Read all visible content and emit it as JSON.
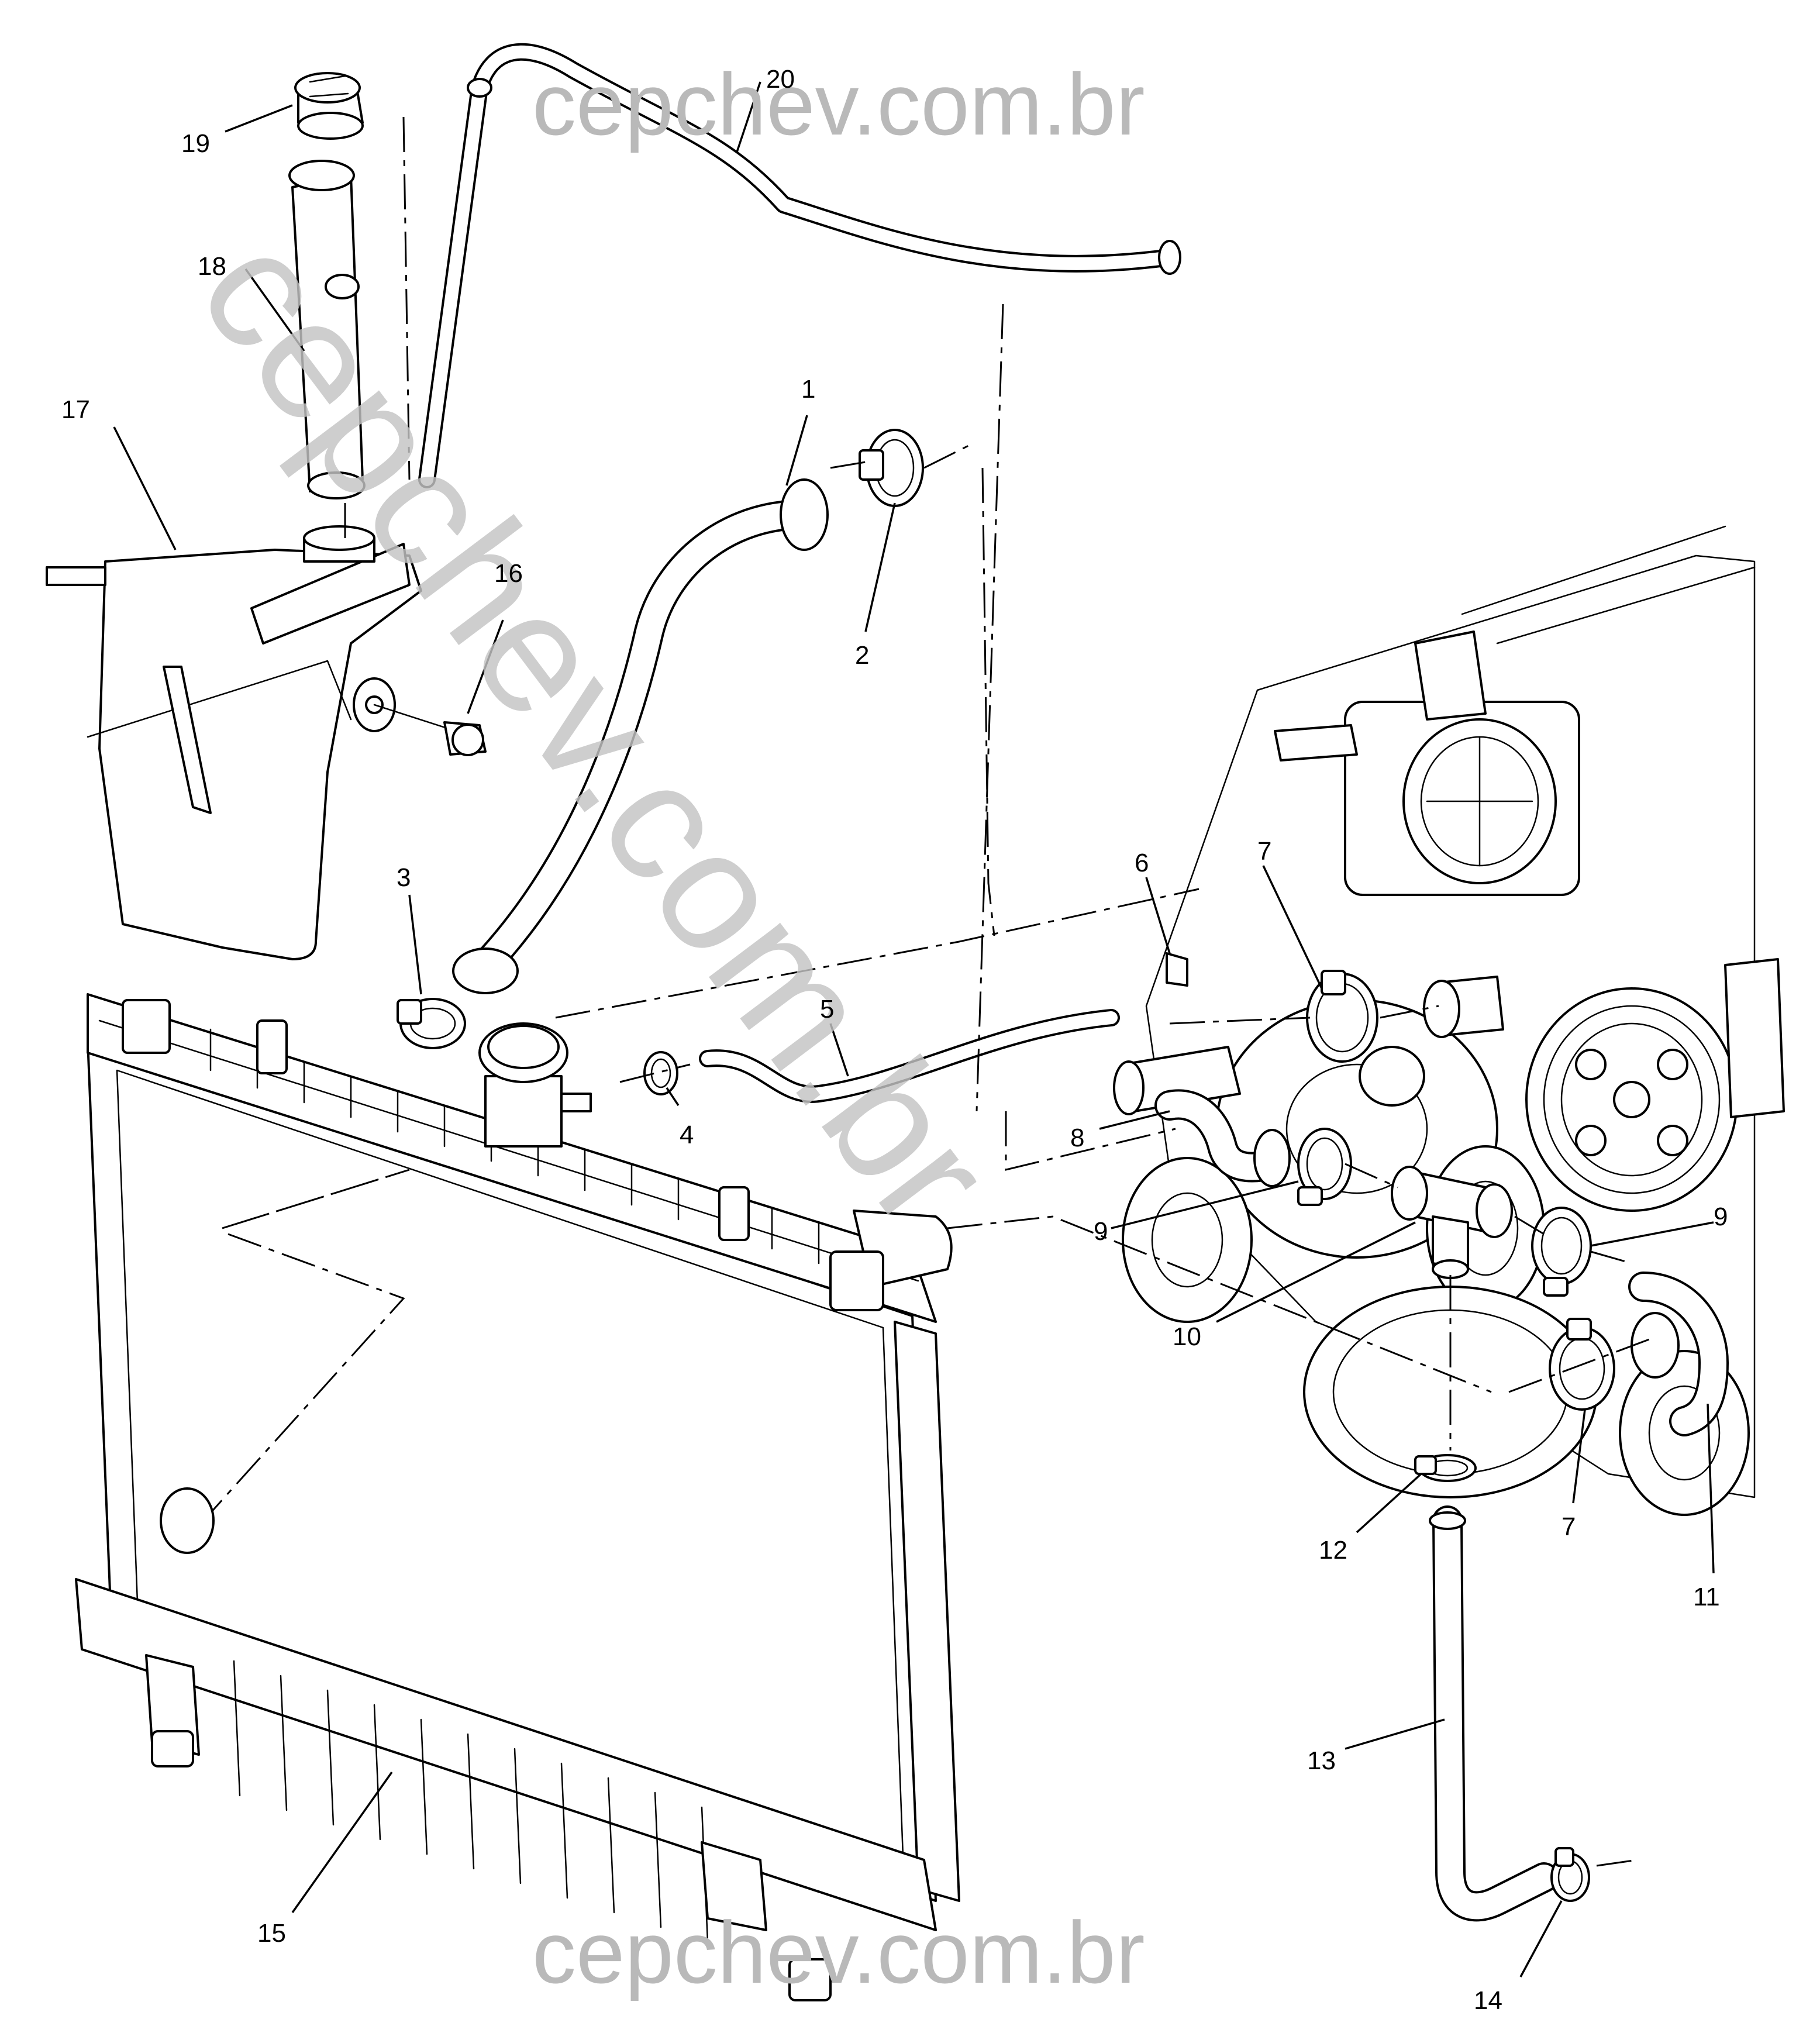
{
  "watermark": {
    "top": "cepchev.com.br",
    "bottom": "cepchev.com.br",
    "diagonal": "cepchev.com.br"
  },
  "callouts": [
    {
      "id": "c1",
      "text": "1"
    },
    {
      "id": "c2",
      "text": "2"
    },
    {
      "id": "c3",
      "text": "3"
    },
    {
      "id": "c4",
      "text": "4"
    },
    {
      "id": "c5",
      "text": "5"
    },
    {
      "id": "c6",
      "text": "6"
    },
    {
      "id": "c7a",
      "text": "7"
    },
    {
      "id": "c7b",
      "text": "7"
    },
    {
      "id": "c8",
      "text": "8"
    },
    {
      "id": "c9a",
      "text": "9"
    },
    {
      "id": "c9b",
      "text": "9"
    },
    {
      "id": "c10",
      "text": "10"
    },
    {
      "id": "c11",
      "text": "11"
    },
    {
      "id": "c12",
      "text": "12"
    },
    {
      "id": "c13",
      "text": "13"
    },
    {
      "id": "c14",
      "text": "14"
    },
    {
      "id": "c15",
      "text": "15"
    },
    {
      "id": "c16",
      "text": "16"
    },
    {
      "id": "c17",
      "text": "17"
    },
    {
      "id": "c18",
      "text": "18"
    },
    {
      "id": "c19",
      "text": "19"
    },
    {
      "id": "c20",
      "text": "20"
    }
  ]
}
